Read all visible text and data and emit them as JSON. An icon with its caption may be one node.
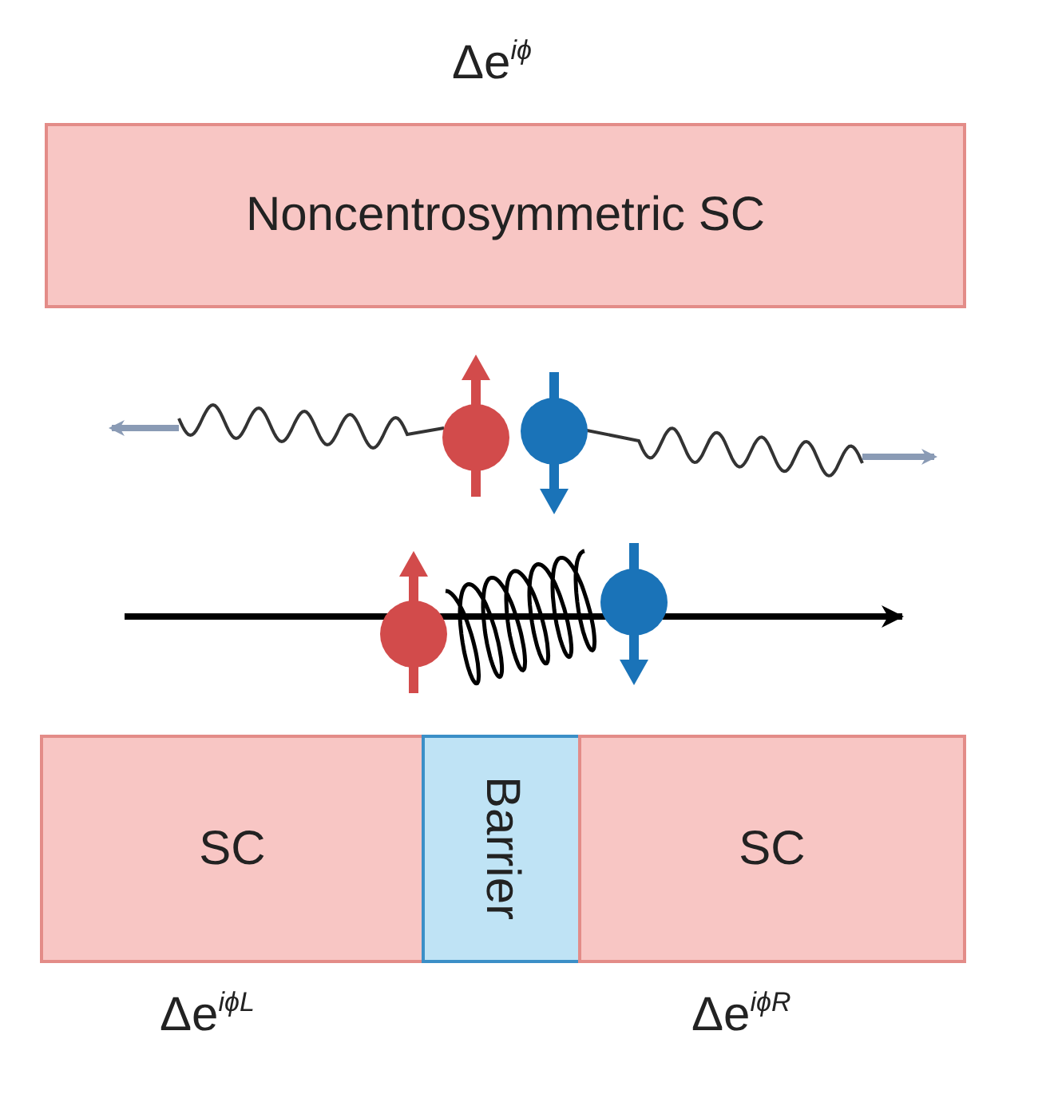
{
  "diagram": {
    "nodes": [
      {
        "text": [
          "Noncentrosymmetric SC"
        ]
      },
      {
        "text": [
          "SC"
        ]
      },
      {
        "text": [
          "Barrier"
        ]
      },
      {
        "text": [
          "SC"
        ]
      }
    ],
    "labels": [
      "Δe$^{iϕ}$",
      "Δe$^{iϕL}$",
      "Δe$^{iϕR}$"
    ]
  }
}
